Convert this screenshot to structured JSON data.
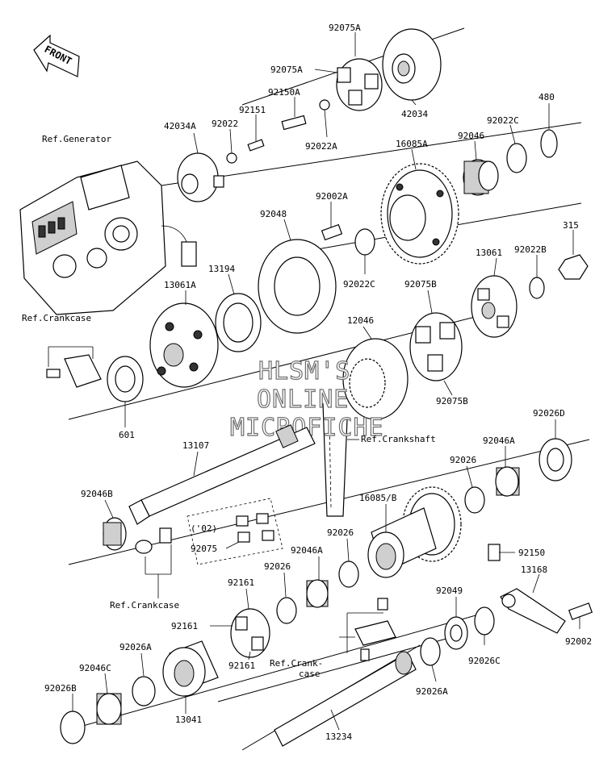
{
  "labels": {
    "front": "FRONT",
    "p92075A_top": "92075A",
    "p92075A_left": "92075A",
    "p42034_right": "42034",
    "p92150A": "92150A",
    "p92151": "92151",
    "p92022": "92022",
    "p42034A": "42034A",
    "p92022A": "92022A",
    "p16085A": "16085A",
    "p92046": "92046",
    "p92022C_top": "92022C",
    "p480": "480",
    "ref_generator": "Ref.Generator",
    "p92002A": "92002A",
    "p92048": "92048",
    "p315": "315",
    "p13061": "13061",
    "p92022B": "92022B",
    "p13194": "13194",
    "p13061A": "13061A",
    "p92022C_mid": "92022C",
    "p92075B_top": "92075B",
    "ref_crankcase_top": "Ref.Crankcase",
    "p12046": "12046",
    "p92075B_bottom": "92075B",
    "p601": "601",
    "p92026D": "92026D",
    "p13107": "13107",
    "ref_crankshaft": "Ref.Crankshaft",
    "p92046A_right": "92046A",
    "p92026_right": "92026",
    "p92046B": "92046B",
    "p16085B": "16085/B",
    "year_02": "('02)",
    "p92075": "92075",
    "p92026_mid": "92026",
    "p92046A_mid": "92046A",
    "p92150": "92150",
    "p13168": "13168",
    "ref_crankcase_mid": "Ref.Crankcase",
    "p92161_top": "92161",
    "p92026_low": "92026",
    "p92049": "92049",
    "p92161_left": "92161",
    "p92002": "92002",
    "p92026A_left": "92026A",
    "ref_crank_case_1": "Ref.Crank-",
    "ref_crank_case_2": "case",
    "p92026C_low": "92026C",
    "p92046C": "92046C",
    "p92161_low": "92161",
    "p92026B": "92026B",
    "p13041": "13041",
    "p92026A_low": "92026A",
    "p13234": "13234"
  },
  "watermark": {
    "line1": "HLSM'S",
    "line2": "ONLINE",
    "line3": "MICROFICHE"
  }
}
